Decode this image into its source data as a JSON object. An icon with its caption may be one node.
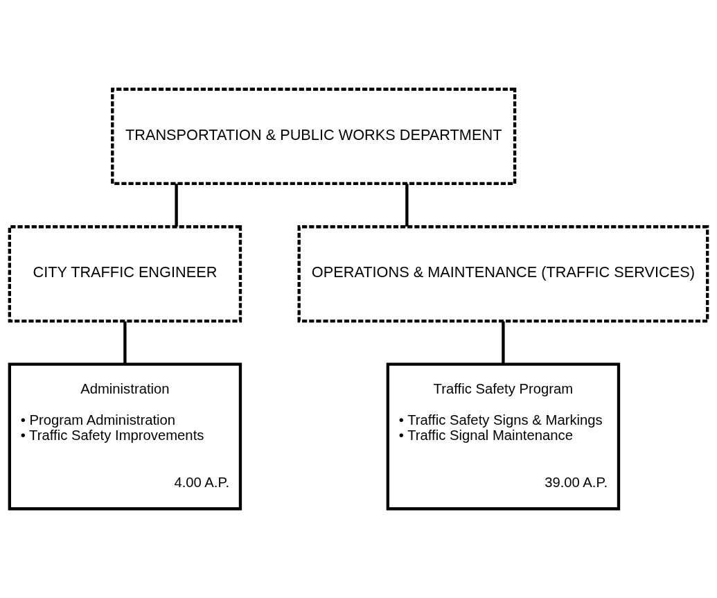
{
  "diagram": {
    "nodes": [
      {
        "text": [
          "TRANSPORTATION & PUBLIC WORKS DEPARTMENT"
        ]
      },
      {
        "text": [
          "CITY TRAFFIC ENGINEER"
        ]
      },
      {
        "text": [
          "OPERATIONS & MAINTENANCE (TRAFFIC SERVICES)"
        ]
      },
      {
        "text": [
          "Administration",
          "• Program Administration",
          "• Traffic Safety Improvements",
          "4.00 A.P."
        ]
      },
      {
        "text": [
          "Traffic Safety Program",
          "• Traffic Safety Signs & Markings",
          "• Traffic Signal Maintenance",
          "39.00 A.P."
        ]
      }
    ],
    "edges": [
      {
        "from": 0,
        "to": 1,
        "arrow": "none"
      },
      {
        "from": 0,
        "to": 2,
        "arrow": "none"
      },
      {
        "from": 1,
        "to": 3,
        "arrow": "none"
      },
      {
        "from": 2,
        "to": 4,
        "arrow": "none"
      }
    ]
  }
}
